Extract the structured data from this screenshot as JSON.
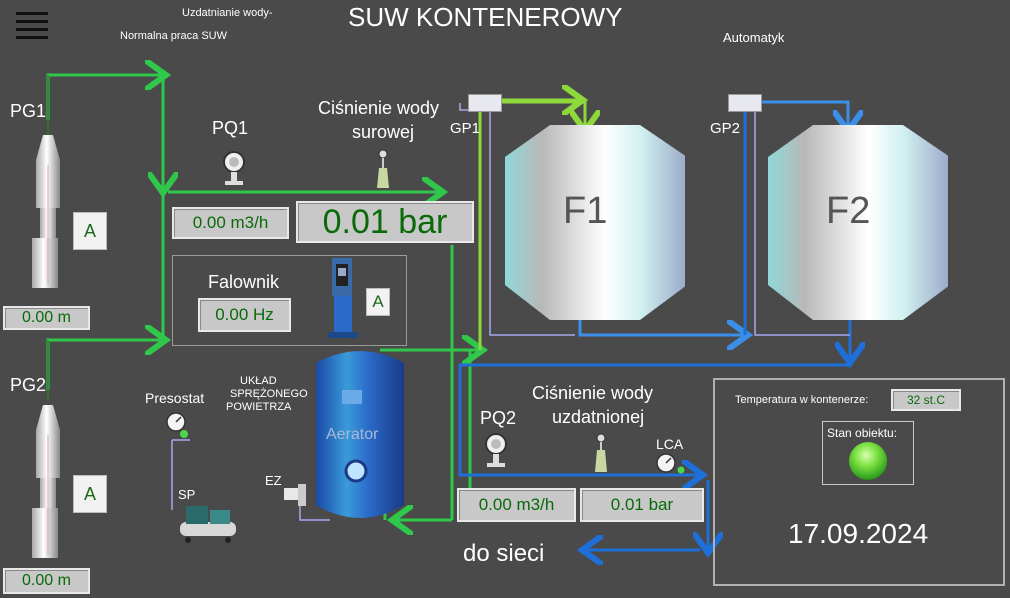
{
  "header": {
    "title": "SUW KONTENEROWY",
    "status_line1": "Uzdatnianie wody-",
    "status_line2": "Normalna praca SUW",
    "mode": "Automatyk"
  },
  "wells": {
    "pg1": {
      "label": "PG1",
      "mode_btn": "A",
      "level": "0.00 m"
    },
    "pg2": {
      "label": "PG2",
      "mode_btn": "A",
      "level": "0.00 m"
    }
  },
  "raw_water": {
    "flow_label": "PQ1",
    "flow_value": "0.00 m3/h",
    "pressure_label_line1": "Ciśnienie wody",
    "pressure_label_line2": "surowej",
    "pressure_value": "0.01 bar"
  },
  "inverter": {
    "label": "Falownik",
    "value": "0.00 Hz",
    "mode_btn": "A"
  },
  "filters": {
    "f1": "F1",
    "f2": "F2",
    "gp1": "GP1",
    "gp2": "GP2"
  },
  "air_system": {
    "presostat": "Presostat",
    "system_line1": "UKŁAD",
    "system_line2": "SPRĘŻONEGO",
    "system_line3": "POWIETRZA",
    "sp": "SP",
    "ez": "EZ",
    "aerator": "Aerator"
  },
  "treated_water": {
    "flow_label": "PQ2",
    "flow_value": "0.00 m3/h",
    "pressure_label_line1": "Ciśnienie wody",
    "pressure_label_line2": "uzdatnionej",
    "pressure_value": "0.01 bar",
    "lca": "LCA",
    "outlet": "do sieci"
  },
  "status_panel": {
    "temp_label": "Temperatura w kontenerze:",
    "temp_value": "32 st.C",
    "state_label": "Stan obiektu:",
    "date": "17.09.2024"
  },
  "colors": {
    "background": "#4a4a4a",
    "raw_pipe": "#2fc84a",
    "treated_pipe": "#1f6fd8",
    "filter_pipe": "#8fd83a",
    "air_pipe": "#a8a8f0",
    "value_green": "#0a6a0a"
  }
}
